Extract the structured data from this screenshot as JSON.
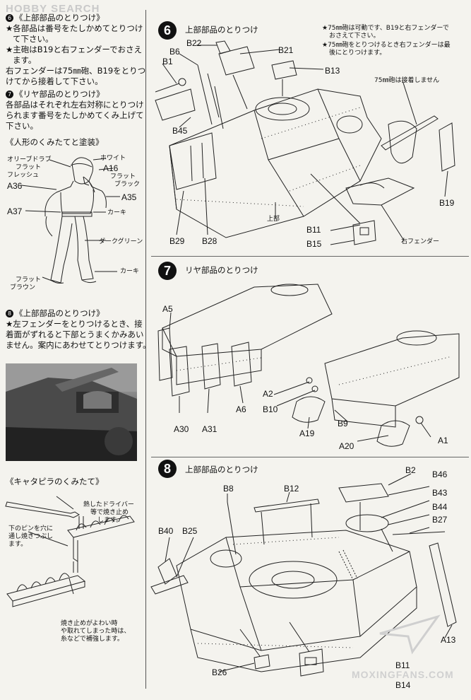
{
  "watermark_top": "HOBBY SEARCH",
  "watermark_bottom": "MOXINGFANS.COM",
  "left": {
    "sec6": {
      "num": "6",
      "heading": "《上部部品のとりつけ》",
      "lines": [
        "★各部品は番号をたしかめてとりつけ",
        "て下さい。",
        "★主砲はB19と右フェンダーでおさえ",
        "ます。",
        "右フェンダーは75㎜砲、B19をとりつ",
        "けてから接着して下さい。"
      ]
    },
    "sec7": {
      "num": "7",
      "heading": "《リヤ部品のとりつけ》",
      "lines": [
        "各部品はそれぞれ左右対称にとりつけ",
        "られます番号をたしかめてくみ上げて",
        "下さい。"
      ]
    },
    "figure_heading": "《人形のくみたてと塗装》",
    "figure_labels": {
      "olive": "オリーブドラブ",
      "flat": "フラット",
      "flesh": "フレッシュ",
      "white": "ホワイト",
      "a16": "A16",
      "flat_black1": "フラット",
      "flat_black2": "ブラック",
      "a36": "A36",
      "a35": "A35",
      "a37": "A37",
      "khaki1": "カーキ",
      "dark_green": "ダークグリーン",
      "khaki2": "カーキ",
      "flat_brown1": "フラット",
      "flat_brown2": "ブラウン"
    },
    "sec8": {
      "num": "8",
      "heading": "《上部部品のとりつけ》",
      "lines": [
        "★左フェンダーをとりつけるとき、接",
        "着面がずれると下部とうまくかみあい",
        "ません。案内にあわせてとりつけます。"
      ]
    },
    "track_heading": "《キャタピラのくみたて》",
    "track_notes": {
      "n1": [
        "熱したドライバー",
        "等で焼き止め",
        "します。"
      ],
      "n2": [
        "下のピンを穴に",
        "通し焼きつぶし",
        "ます。"
      ],
      "n3": [
        "焼き止めがよわい時",
        "や取れてしまった時は、",
        "糸などで補強します。"
      ]
    }
  },
  "step6": {
    "num": "6",
    "title": "上部部品のとりつけ",
    "note1": [
      "★75㎜砲は可動です、B19と右フェンダーで",
      "おさえて下さい。"
    ],
    "note2": [
      "★75㎜砲をとりつけるとき右フェンダーは最",
      "後にとりつけます。"
    ],
    "gun_note": "75㎜砲は接着しません",
    "upper": "上部",
    "right_fender": "右フェンダー",
    "parts": {
      "b22": "B22",
      "b21": "B21",
      "b6": "B6",
      "b1": "B1",
      "b13": "B13",
      "b45": "B45",
      "b19": "B19",
      "b29": "B29",
      "b28": "B28",
      "b11": "B11",
      "b15": "B15"
    }
  },
  "step7": {
    "num": "7",
    "title": "リヤ部品のとりつけ",
    "parts": {
      "a5": "A5",
      "a2": "A2",
      "b10": "B10",
      "a6": "A6",
      "a30": "A30",
      "a31": "A31",
      "a19": "A19",
      "b9": "B9",
      "a20": "A20",
      "a1": "A1"
    }
  },
  "step8": {
    "num": "8",
    "title": "上部部品のとりつけ",
    "parts": {
      "b2": "B2",
      "b46": "B46",
      "b8": "B8",
      "b12": "B12",
      "b43": "B43",
      "b44": "B44",
      "b27": "B27",
      "b40": "B40",
      "b25": "B25",
      "a13": "A13",
      "b26": "B26",
      "b11": "B11",
      "b14": "B14"
    }
  }
}
